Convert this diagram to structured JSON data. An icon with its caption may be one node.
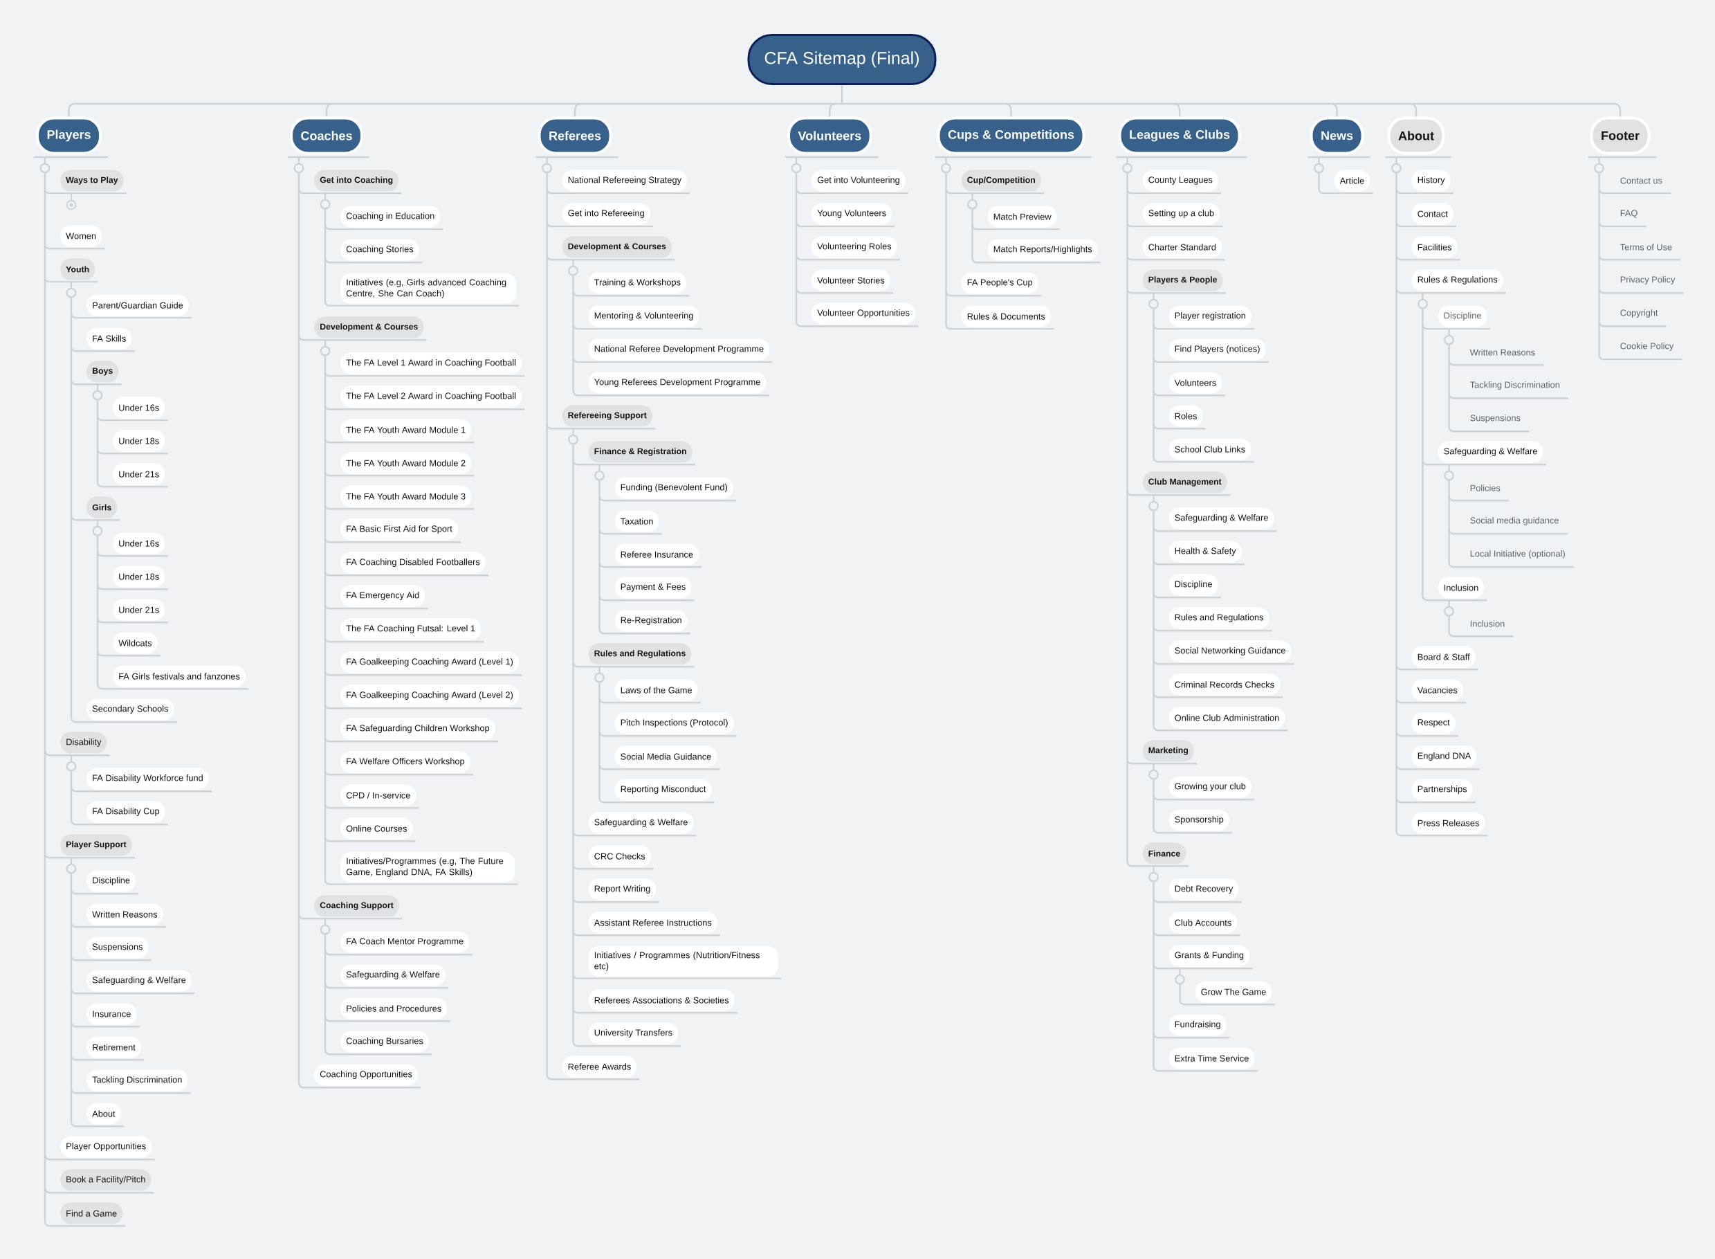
{
  "diagram": {
    "nodes": [
      {
        "text": [
          "CFA Sitemap (Final)"
        ]
      },
      {
        "text": [
          "Players"
        ]
      },
      {
        "text": [
          "Ways to Play"
        ]
      },
      {
        "text": [
          "Women"
        ]
      },
      {
        "text": [
          "Youth"
        ]
      },
      {
        "text": [
          "Parent/Guardian Guide"
        ]
      },
      {
        "text": [
          "FA Skills"
        ]
      },
      {
        "text": [
          "Boys"
        ]
      },
      {
        "text": [
          "Under 16s"
        ]
      },
      {
        "text": [
          "Under 18s"
        ]
      },
      {
        "text": [
          "Under 21s"
        ]
      },
      {
        "text": [
          "Girls"
        ]
      },
      {
        "text": [
          "Under 16s"
        ]
      },
      {
        "text": [
          "Under 18s"
        ]
      },
      {
        "text": [
          "Under 21s"
        ]
      },
      {
        "text": [
          "Wildcats"
        ]
      },
      {
        "text": [
          "FA Girls festivals and fanzones"
        ]
      },
      {
        "text": [
          "Secondary Schools"
        ]
      },
      {
        "text": [
          "Disability"
        ]
      },
      {
        "text": [
          "FA Disability Workforce fund"
        ]
      },
      {
        "text": [
          "FA Disability Cup"
        ]
      },
      {
        "text": [
          "Player Support"
        ]
      },
      {
        "text": [
          "Discipline"
        ]
      },
      {
        "text": [
          "Written Reasons"
        ]
      },
      {
        "text": [
          "Suspensions"
        ]
      },
      {
        "text": [
          "Safeguarding & Welfare"
        ]
      },
      {
        "text": [
          "Insurance"
        ]
      },
      {
        "text": [
          "Retirement"
        ]
      },
      {
        "text": [
          "Tackling Discrimination"
        ]
      },
      {
        "text": [
          "About"
        ]
      },
      {
        "text": [
          "Player Opportunities"
        ]
      },
      {
        "text": [
          "Book a Facility/Pitch"
        ]
      },
      {
        "text": [
          "Find a Game"
        ]
      },
      {
        "text": [
          "Coaches"
        ]
      },
      {
        "text": [
          "Get into Coaching"
        ]
      },
      {
        "text": [
          "Coaching in Education"
        ]
      },
      {
        "text": [
          "Coaching Stories"
        ]
      },
      {
        "text": [
          "Initiatives (e.g, Girls advanced Coaching Centre, She Can Coach)"
        ]
      },
      {
        "text": [
          "Development & Courses"
        ]
      },
      {
        "text": [
          "The FA Level 1 Award in Coaching Football"
        ]
      },
      {
        "text": [
          "The FA Level 2 Award in Coaching Football"
        ]
      },
      {
        "text": [
          "The FA Youth Award Module 1"
        ]
      },
      {
        "text": [
          "The FA Youth Award Module 2"
        ]
      },
      {
        "text": [
          "The FA Youth Award Module 3"
        ]
      },
      {
        "text": [
          "FA Basic First Aid for Sport"
        ]
      },
      {
        "text": [
          "FA Coaching Disabled Footballers"
        ]
      },
      {
        "text": [
          "FA Emergency Aid"
        ]
      },
      {
        "text": [
          "The FA Coaching Futsal: Level 1"
        ]
      },
      {
        "text": [
          "FA Goalkeeping Coaching Award (Level 1)"
        ]
      },
      {
        "text": [
          "FA Goalkeeping Coaching Award (Level 2)"
        ]
      },
      {
        "text": [
          "FA Safeguarding Children Workshop"
        ]
      },
      {
        "text": [
          "FA Welfare Officers Workshop"
        ]
      },
      {
        "text": [
          "CPD / In-service"
        ]
      },
      {
        "text": [
          "Online Courses"
        ]
      },
      {
        "text": [
          "Initiatives/Programmes (e.g, The Future Game, England DNA, FA Skills)"
        ]
      },
      {
        "text": [
          "Coaching Support"
        ]
      },
      {
        "text": [
          "FA Coach Mentor Programme"
        ]
      },
      {
        "text": [
          "Safeguarding & Welfare"
        ]
      },
      {
        "text": [
          "Policies and Procedures"
        ]
      },
      {
        "text": [
          "Coaching Bursaries"
        ]
      },
      {
        "text": [
          "Coaching Opportunities"
        ]
      },
      {
        "text": [
          "Referees"
        ]
      },
      {
        "text": [
          "National Refereeing Strategy"
        ]
      },
      {
        "text": [
          "Get into Refereeing"
        ]
      },
      {
        "text": [
          "Development & Courses"
        ]
      },
      {
        "text": [
          "Training & Workshops"
        ]
      },
      {
        "text": [
          "Mentoring & Volunteering"
        ]
      },
      {
        "text": [
          "National Referee Development Programme"
        ]
      },
      {
        "text": [
          "Young Referees Development Programme"
        ]
      },
      {
        "text": [
          "Refereeing Support"
        ]
      },
      {
        "text": [
          "Finance & Registration"
        ]
      },
      {
        "text": [
          "Funding (Benevolent Fund)"
        ]
      },
      {
        "text": [
          "Taxation"
        ]
      },
      {
        "text": [
          "Referee Insurance"
        ]
      },
      {
        "text": [
          "Payment & Fees"
        ]
      },
      {
        "text": [
          "Re-Registration"
        ]
      },
      {
        "text": [
          "Rules and Regulations"
        ]
      },
      {
        "text": [
          "Laws of the Game"
        ]
      },
      {
        "text": [
          "Pitch Inspections (Protocol)"
        ]
      },
      {
        "text": [
          "Social Media Guidance"
        ]
      },
      {
        "text": [
          "Reporting Misconduct"
        ]
      },
      {
        "text": [
          "Safeguarding & Welfare"
        ]
      },
      {
        "text": [
          "CRC Checks"
        ]
      },
      {
        "text": [
          "Report Writing"
        ]
      },
      {
        "text": [
          "Assistant Referee Instructions"
        ]
      },
      {
        "text": [
          "Initiatives / Programmes (Nutrition/Fitness etc)"
        ]
      },
      {
        "text": [
          "Referees Associations & Societies"
        ]
      },
      {
        "text": [
          "University Transfers"
        ]
      },
      {
        "text": [
          "Referee Awards"
        ]
      },
      {
        "text": [
          "Volunteers"
        ]
      },
      {
        "text": [
          "Get into Volunteering"
        ]
      },
      {
        "text": [
          "Young Volunteers"
        ]
      },
      {
        "text": [
          "Volunteering Roles"
        ]
      },
      {
        "text": [
          "Volunteer Stories"
        ]
      },
      {
        "text": [
          "Volunteer Opportunities"
        ]
      },
      {
        "text": [
          "Cups & Competitions"
        ]
      },
      {
        "text": [
          "Cup/Competition"
        ]
      },
      {
        "text": [
          "Match Preview"
        ]
      },
      {
        "text": [
          "Match Reports/Highlights"
        ]
      },
      {
        "text": [
          "FA People's Cup"
        ]
      },
      {
        "text": [
          "Rules & Documents"
        ]
      },
      {
        "text": [
          "Leagues & Clubs"
        ]
      },
      {
        "text": [
          "County Leagues"
        ]
      },
      {
        "text": [
          "Setting up a club"
        ]
      },
      {
        "text": [
          "Charter Standard"
        ]
      },
      {
        "text": [
          "Players & People"
        ]
      },
      {
        "text": [
          "Player registration"
        ]
      },
      {
        "text": [
          "Find Players (notices)"
        ]
      },
      {
        "text": [
          "Volunteers"
        ]
      },
      {
        "text": [
          "Roles"
        ]
      },
      {
        "text": [
          "School Club Links"
        ]
      },
      {
        "text": [
          "Club Management"
        ]
      },
      {
        "text": [
          "Safeguarding & Welfare"
        ]
      },
      {
        "text": [
          "Health & Safety"
        ]
      },
      {
        "text": [
          "Discipline"
        ]
      },
      {
        "text": [
          "Rules and Regulations"
        ]
      },
      {
        "text": [
          "Social Networking Guidance"
        ]
      },
      {
        "text": [
          "Criminal Records Checks"
        ]
      },
      {
        "text": [
          "Online Club Administration"
        ]
      },
      {
        "text": [
          "Marketing"
        ]
      },
      {
        "text": [
          "Growing your club"
        ]
      },
      {
        "text": [
          "Sponsorship"
        ]
      },
      {
        "text": [
          "Finance"
        ]
      },
      {
        "text": [
          "Debt Recovery"
        ]
      },
      {
        "text": [
          "Club Accounts"
        ]
      },
      {
        "text": [
          "Grants & Funding"
        ]
      },
      {
        "text": [
          "Grow The Game"
        ]
      },
      {
        "text": [
          "Fundraising"
        ]
      },
      {
        "text": [
          "Extra Time Service"
        ]
      },
      {
        "text": [
          "News"
        ]
      },
      {
        "text": [
          "Article"
        ]
      },
      {
        "text": [
          "About"
        ]
      },
      {
        "text": [
          "History"
        ]
      },
      {
        "text": [
          "Contact"
        ]
      },
      {
        "text": [
          "Facilities"
        ]
      },
      {
        "text": [
          "Rules & Regulations"
        ]
      },
      {
        "text": [
          "Discipline"
        ]
      },
      {
        "text": [
          "Written Reasons"
        ]
      },
      {
        "text": [
          "Tackling Discrimination"
        ]
      },
      {
        "text": [
          "Suspensions"
        ]
      },
      {
        "text": [
          "Safeguarding & Welfare"
        ]
      },
      {
        "text": [
          "Policies"
        ]
      },
      {
        "text": [
          "Social media guidance"
        ]
      },
      {
        "text": [
          "Local Initiative (optional)"
        ]
      },
      {
        "text": [
          "Inclusion"
        ]
      },
      {
        "text": [
          "Inclusion"
        ]
      },
      {
        "text": [
          "Board & Staff"
        ]
      },
      {
        "text": [
          "Vacancies"
        ]
      },
      {
        "text": [
          "Respect"
        ]
      },
      {
        "text": [
          "England DNA"
        ]
      },
      {
        "text": [
          "Partnerships"
        ]
      },
      {
        "text": [
          "Press Releases"
        ]
      },
      {
        "text": [
          "Footer"
        ]
      },
      {
        "text": [
          "Contact us"
        ]
      },
      {
        "text": [
          "FAQ"
        ]
      },
      {
        "text": [
          "Terms of Use"
        ]
      },
      {
        "text": [
          "Privacy Policy"
        ]
      },
      {
        "text": [
          "Copyright"
        ]
      },
      {
        "text": [
          "Cookie Policy"
        ]
      }
    ],
    "edges": [
      {
        "from": 0,
        "to": 1,
        "arrow": "none"
      },
      {
        "from": 1,
        "to": 2,
        "arrow": "none"
      },
      {
        "from": 1,
        "to": 3,
        "arrow": "none"
      },
      {
        "from": 1,
        "to": 4,
        "arrow": "none"
      },
      {
        "from": 4,
        "to": 5,
        "arrow": "none"
      },
      {
        "from": 4,
        "to": 6,
        "arrow": "none"
      },
      {
        "from": 4,
        "to": 7,
        "arrow": "none"
      },
      {
        "from": 7,
        "to": 8,
        "arrow": "none"
      },
      {
        "from": 7,
        "to": 9,
        "arrow": "none"
      },
      {
        "from": 7,
        "to": 10,
        "arrow": "none"
      },
      {
        "from": 4,
        "to": 11,
        "arrow": "none"
      },
      {
        "from": 11,
        "to": 12,
        "arrow": "none"
      },
      {
        "from": 11,
        "to": 13,
        "arrow": "none"
      },
      {
        "from": 11,
        "to": 14,
        "arrow": "none"
      },
      {
        "from": 11,
        "to": 15,
        "arrow": "none"
      },
      {
        "from": 11,
        "to": 16,
        "arrow": "none"
      },
      {
        "from": 4,
        "to": 17,
        "arrow": "none"
      },
      {
        "from": 1,
        "to": 18,
        "arrow": "none"
      },
      {
        "from": 18,
        "to": 19,
        "arrow": "none"
      },
      {
        "from": 18,
        "to": 20,
        "arrow": "none"
      },
      {
        "from": 1,
        "to": 21,
        "arrow": "none"
      },
      {
        "from": 21,
        "to": 22,
        "arrow": "none"
      },
      {
        "from": 21,
        "to": 23,
        "arrow": "none"
      },
      {
        "from": 21,
        "to": 24,
        "arrow": "none"
      },
      {
        "from": 21,
        "to": 25,
        "arrow": "none"
      },
      {
        "from": 21,
        "to": 26,
        "arrow": "none"
      },
      {
        "from": 21,
        "to": 27,
        "arrow": "none"
      },
      {
        "from": 21,
        "to": 28,
        "arrow": "none"
      },
      {
        "from": 21,
        "to": 29,
        "arrow": "none"
      },
      {
        "from": 1,
        "to": 30,
        "arrow": "none"
      },
      {
        "from": 1,
        "to": 31,
        "arrow": "none"
      },
      {
        "from": 1,
        "to": 32,
        "arrow": "none"
      },
      {
        "from": 0,
        "to": 33,
        "arrow": "none"
      },
      {
        "from": 33,
        "to": 34,
        "arrow": "none"
      },
      {
        "from": 34,
        "to": 35,
        "arrow": "none"
      },
      {
        "from": 34,
        "to": 36,
        "arrow": "none"
      },
      {
        "from": 34,
        "to": 37,
        "arrow": "none"
      },
      {
        "from": 33,
        "to": 38,
        "arrow": "none"
      },
      {
        "from": 38,
        "to": 39,
        "arrow": "none"
      },
      {
        "from": 38,
        "to": 40,
        "arrow": "none"
      },
      {
        "from": 38,
        "to": 41,
        "arrow": "none"
      },
      {
        "from": 38,
        "to": 42,
        "arrow": "none"
      },
      {
        "from": 38,
        "to": 43,
        "arrow": "none"
      },
      {
        "from": 38,
        "to": 44,
        "arrow": "none"
      },
      {
        "from": 38,
        "to": 45,
        "arrow": "none"
      },
      {
        "from": 38,
        "to": 46,
        "arrow": "none"
      },
      {
        "from": 38,
        "to": 47,
        "arrow": "none"
      },
      {
        "from": 38,
        "to": 48,
        "arrow": "none"
      },
      {
        "from": 38,
        "to": 49,
        "arrow": "none"
      },
      {
        "from": 38,
        "to": 50,
        "arrow": "none"
      },
      {
        "from": 38,
        "to": 51,
        "arrow": "none"
      },
      {
        "from": 38,
        "to": 52,
        "arrow": "none"
      },
      {
        "from": 38,
        "to": 53,
        "arrow": "none"
      },
      {
        "from": 38,
        "to": 54,
        "arrow": "none"
      },
      {
        "from": 33,
        "to": 55,
        "arrow": "none"
      },
      {
        "from": 55,
        "to": 56,
        "arrow": "none"
      },
      {
        "from": 55,
        "to": 57,
        "arrow": "none"
      },
      {
        "from": 55,
        "to": 58,
        "arrow": "none"
      },
      {
        "from": 55,
        "to": 59,
        "arrow": "none"
      },
      {
        "from": 33,
        "to": 60,
        "arrow": "none"
      },
      {
        "from": 0,
        "to": 61,
        "arrow": "none"
      },
      {
        "from": 61,
        "to": 62,
        "arrow": "none"
      },
      {
        "from": 61,
        "to": 63,
        "arrow": "none"
      },
      {
        "from": 61,
        "to": 64,
        "arrow": "none"
      },
      {
        "from": 64,
        "to": 65,
        "arrow": "none"
      },
      {
        "from": 64,
        "to": 66,
        "arrow": "none"
      },
      {
        "from": 64,
        "to": 67,
        "arrow": "none"
      },
      {
        "from": 64,
        "to": 68,
        "arrow": "none"
      },
      {
        "from": 61,
        "to": 69,
        "arrow": "none"
      },
      {
        "from": 69,
        "to": 70,
        "arrow": "none"
      },
      {
        "from": 70,
        "to": 71,
        "arrow": "none"
      },
      {
        "from": 70,
        "to": 72,
        "arrow": "none"
      },
      {
        "from": 70,
        "to": 73,
        "arrow": "none"
      },
      {
        "from": 70,
        "to": 74,
        "arrow": "none"
      },
      {
        "from": 70,
        "to": 75,
        "arrow": "none"
      },
      {
        "from": 69,
        "to": 76,
        "arrow": "none"
      },
      {
        "from": 76,
        "to": 77,
        "arrow": "none"
      },
      {
        "from": 76,
        "to": 78,
        "arrow": "none"
      },
      {
        "from": 76,
        "to": 79,
        "arrow": "none"
      },
      {
        "from": 76,
        "to": 80,
        "arrow": "none"
      },
      {
        "from": 69,
        "to": 81,
        "arrow": "none"
      },
      {
        "from": 69,
        "to": 82,
        "arrow": "none"
      },
      {
        "from": 69,
        "to": 83,
        "arrow": "none"
      },
      {
        "from": 69,
        "to": 84,
        "arrow": "none"
      },
      {
        "from": 69,
        "to": 85,
        "arrow": "none"
      },
      {
        "from": 69,
        "to": 86,
        "arrow": "none"
      },
      {
        "from": 69,
        "to": 87,
        "arrow": "none"
      },
      {
        "from": 61,
        "to": 88,
        "arrow": "none"
      },
      {
        "from": 0,
        "to": 89,
        "arrow": "none"
      },
      {
        "from": 89,
        "to": 90,
        "arrow": "none"
      },
      {
        "from": 89,
        "to": 91,
        "arrow": "none"
      },
      {
        "from": 89,
        "to": 92,
        "arrow": "none"
      },
      {
        "from": 89,
        "to": 93,
        "arrow": "none"
      },
      {
        "from": 89,
        "to": 94,
        "arrow": "none"
      },
      {
        "from": 0,
        "to": 95,
        "arrow": "none"
      },
      {
        "from": 95,
        "to": 96,
        "arrow": "none"
      },
      {
        "from": 96,
        "to": 97,
        "arrow": "none"
      },
      {
        "from": 96,
        "to": 98,
        "arrow": "none"
      },
      {
        "from": 95,
        "to": 99,
        "arrow": "none"
      },
      {
        "from": 95,
        "to": 100,
        "arrow": "none"
      },
      {
        "from": 0,
        "to": 101,
        "arrow": "none"
      },
      {
        "from": 101,
        "to": 102,
        "arrow": "none"
      },
      {
        "from": 101,
        "to": 103,
        "arrow": "none"
      },
      {
        "from": 101,
        "to": 104,
        "arrow": "none"
      },
      {
        "from": 101,
        "to": 105,
        "arrow": "none"
      },
      {
        "from": 105,
        "to": 106,
        "arrow": "none"
      },
      {
        "from": 105,
        "to": 107,
        "arrow": "none"
      },
      {
        "from": 105,
        "to": 108,
        "arrow": "none"
      },
      {
        "from": 105,
        "to": 109,
        "arrow": "none"
      },
      {
        "from": 105,
        "to": 110,
        "arrow": "none"
      },
      {
        "from": 101,
        "to": 111,
        "arrow": "none"
      },
      {
        "from": 111,
        "to": 112,
        "arrow": "none"
      },
      {
        "from": 111,
        "to": 113,
        "arrow": "none"
      },
      {
        "from": 111,
        "to": 114,
        "arrow": "none"
      },
      {
        "from": 111,
        "to": 115,
        "arrow": "none"
      },
      {
        "from": 111,
        "to": 116,
        "arrow": "none"
      },
      {
        "from": 111,
        "to": 117,
        "arrow": "none"
      },
      {
        "from": 111,
        "to": 118,
        "arrow": "none"
      },
      {
        "from": 101,
        "to": 119,
        "arrow": "none"
      },
      {
        "from": 119,
        "to": 120,
        "arrow": "none"
      },
      {
        "from": 119,
        "to": 121,
        "arrow": "none"
      },
      {
        "from": 101,
        "to": 122,
        "arrow": "none"
      },
      {
        "from": 122,
        "to": 123,
        "arrow": "none"
      },
      {
        "from": 122,
        "to": 124,
        "arrow": "none"
      },
      {
        "from": 122,
        "to": 125,
        "arrow": "none"
      },
      {
        "from": 125,
        "to": 126,
        "arrow": "none"
      },
      {
        "from": 122,
        "to": 127,
        "arrow": "none"
      },
      {
        "from": 122,
        "to": 128,
        "arrow": "none"
      },
      {
        "from": 0,
        "to": 129,
        "arrow": "none"
      },
      {
        "from": 129,
        "to": 130,
        "arrow": "none"
      },
      {
        "from": 0,
        "to": 131,
        "arrow": "none"
      },
      {
        "from": 131,
        "to": 132,
        "arrow": "none"
      },
      {
        "from": 131,
        "to": 133,
        "arrow": "none"
      },
      {
        "from": 131,
        "to": 134,
        "arrow": "none"
      },
      {
        "from": 131,
        "to": 135,
        "arrow": "none"
      },
      {
        "from": 135,
        "to": 136,
        "arrow": "none"
      },
      {
        "from": 136,
        "to": 137,
        "arrow": "none"
      },
      {
        "from": 136,
        "to": 138,
        "arrow": "none"
      },
      {
        "from": 136,
        "to": 139,
        "arrow": "none"
      },
      {
        "from": 135,
        "to": 140,
        "arrow": "none"
      },
      {
        "from": 140,
        "to": 141,
        "arrow": "none"
      },
      {
        "from": 140,
        "to": 142,
        "arrow": "none"
      },
      {
        "from": 140,
        "to": 143,
        "arrow": "none"
      },
      {
        "from": 135,
        "to": 144,
        "arrow": "none"
      },
      {
        "from": 144,
        "to": 145,
        "arrow": "none"
      },
      {
        "from": 131,
        "to": 146,
        "arrow": "none"
      },
      {
        "from": 131,
        "to": 147,
        "arrow": "none"
      },
      {
        "from": 131,
        "to": 148,
        "arrow": "none"
      },
      {
        "from": 131,
        "to": 149,
        "arrow": "none"
      },
      {
        "from": 131,
        "to": 150,
        "arrow": "none"
      },
      {
        "from": 131,
        "to": 151,
        "arrow": "none"
      },
      {
        "from": 0,
        "to": 152,
        "arrow": "none"
      },
      {
        "from": 152,
        "to": 153,
        "arrow": "none"
      },
      {
        "from": 152,
        "to": 154,
        "arrow": "none"
      },
      {
        "from": 152,
        "to": 155,
        "arrow": "none"
      },
      {
        "from": 152,
        "to": 156,
        "arrow": "none"
      },
      {
        "from": 152,
        "to": 157,
        "arrow": "none"
      },
      {
        "from": 152,
        "to": 158,
        "arrow": "none"
      }
    ]
  }
}
